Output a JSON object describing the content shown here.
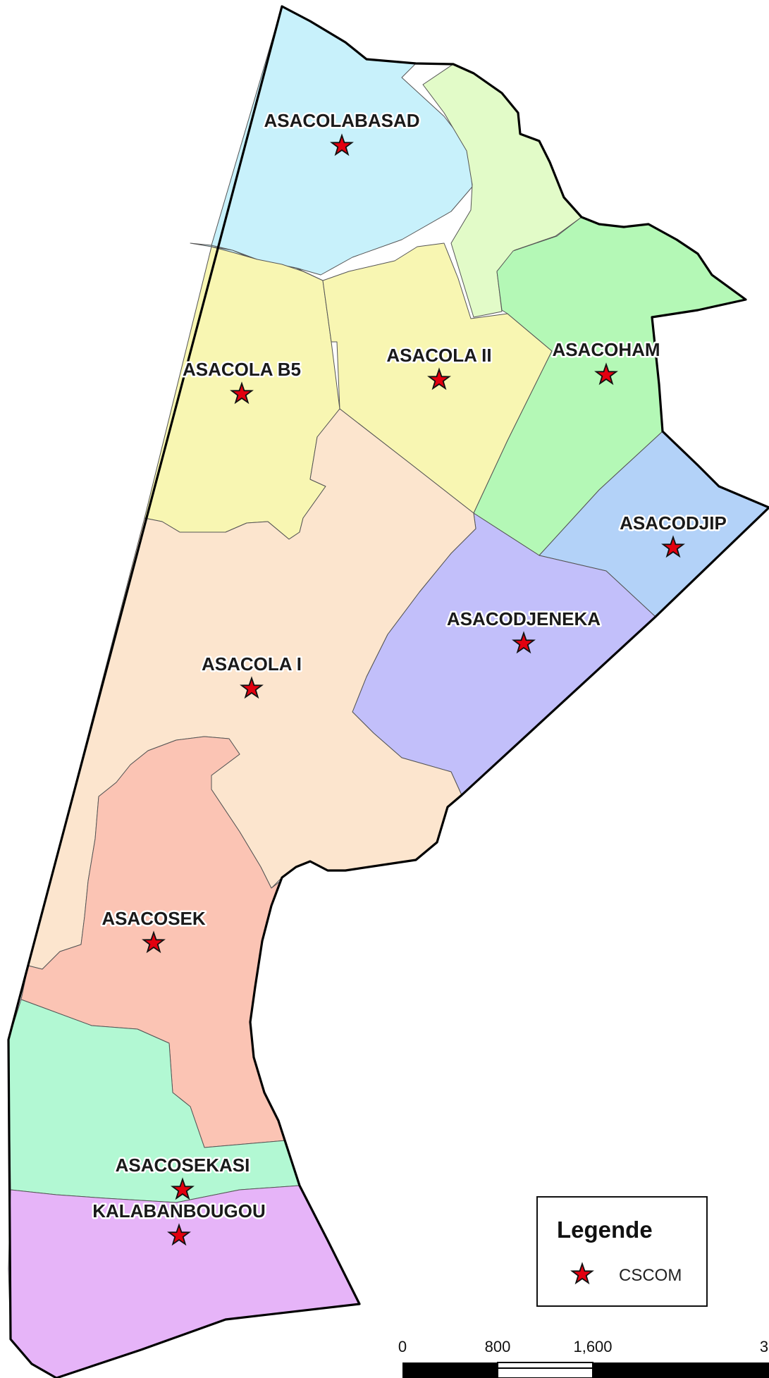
{
  "map": {
    "zones": [
      {
        "id": "asacolabasad",
        "label": "ASACOLABASAD",
        "color": "#c8f1fb"
      },
      {
        "id": "north-unlabeled",
        "label": "",
        "color": "#e2fbc8"
      },
      {
        "id": "asacola-b5",
        "label": "ASACOLA B5",
        "color": "#f8f6b2"
      },
      {
        "id": "asacola-ii",
        "label": "ASACOLA II",
        "color": "#f8f6b2"
      },
      {
        "id": "asacoham",
        "label": "ASACOHAM",
        "color": "#b4f8b6"
      },
      {
        "id": "asacodjip",
        "label": "ASACODJIP",
        "color": "#b3d2f8"
      },
      {
        "id": "asacodjeneka",
        "label": "ASACODJENEKA",
        "color": "#c2bffa"
      },
      {
        "id": "asacola-i",
        "label": "ASACOLA I",
        "color": "#fce5ce"
      },
      {
        "id": "asacosek",
        "label": "ASACOSEK",
        "color": "#fbc4b4"
      },
      {
        "id": "asacosekasi",
        "label": "ASACOSEKASI",
        "color": "#b2f8d3"
      },
      {
        "id": "kalabanbougou",
        "label": "KALABANBOUGOU",
        "color": "#e6b4f8"
      }
    ],
    "marker_color": "#e3000f"
  },
  "legend": {
    "title": "Legende",
    "items": [
      {
        "symbol": "star-icon",
        "label": "CSCOM",
        "color": "#e3000f"
      }
    ]
  },
  "scale_bar": {
    "ticks": [
      "0",
      "800",
      "1,600",
      "3"
    ]
  }
}
